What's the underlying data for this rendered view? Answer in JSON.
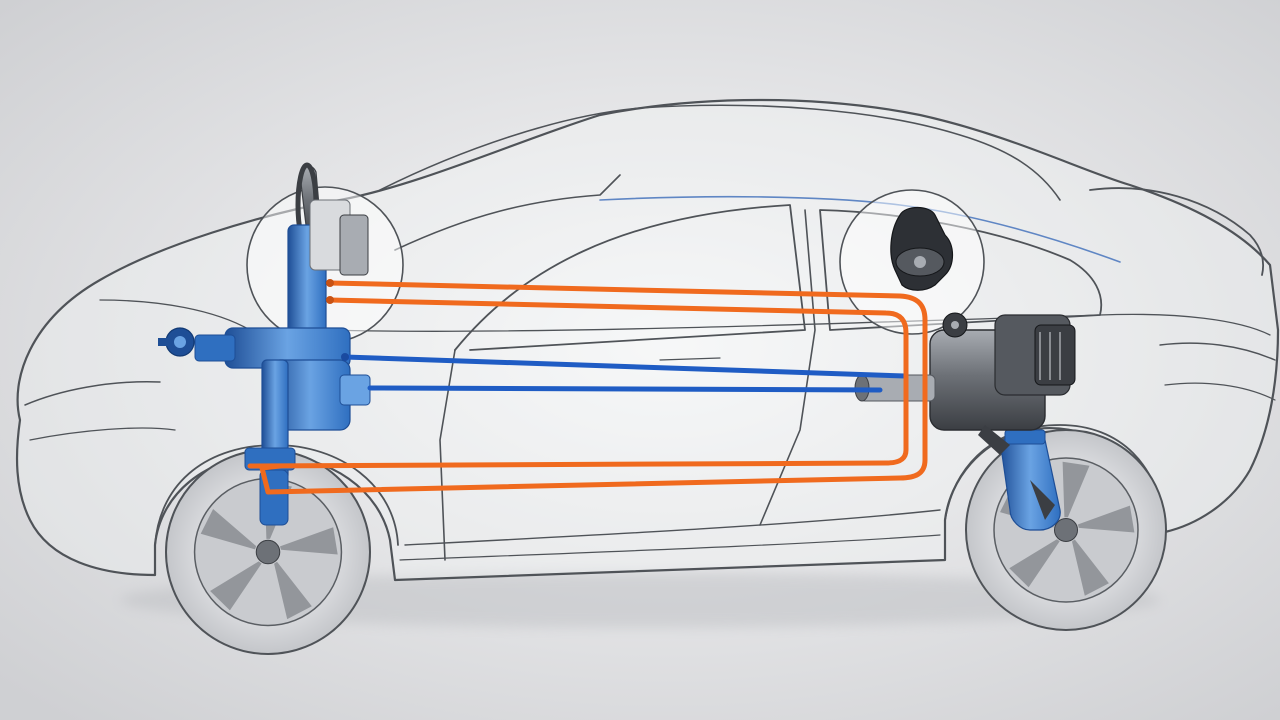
{
  "colors": {
    "background_center": "#f8f8f9",
    "background_edge": "#cfd0d3",
    "body_outline": "#4f5358",
    "body_fill": "#f4f5f7",
    "line_accent": "#5f86c4",
    "chassis_blue": "#2f6fc0",
    "chassis_blue_dark": "#1e4e96",
    "chassis_blue_light": "#6aa3e3",
    "hydraulic_blue": "#1f5cc4",
    "hydraulic_orange": "#f06a1e",
    "tyre_fill": "#e6e7e9",
    "rim_fill": "#c9cbcf",
    "spoke_shadow": "#8a8d92",
    "module_dark": "#3b3e43",
    "module_mid": "#6d7177",
    "module_light": "#a8acb2"
  },
  "components": [
    {
      "name": "car-body-outline",
      "icon": "car-silhouette"
    },
    {
      "name": "steering-wheel",
      "icon": "steering-wheel-icon"
    },
    {
      "name": "front-steering-column",
      "icon": "steering-column-icon"
    },
    {
      "name": "front-axle-module",
      "icon": "gearbox-icon"
    },
    {
      "name": "front-suspension-strut",
      "icon": "suspension-strut-icon"
    },
    {
      "name": "rear-drive-unit",
      "icon": "drive-unit-icon"
    },
    {
      "name": "rear-air-spring",
      "icon": "air-spring-icon"
    },
    {
      "name": "front-wheel",
      "icon": "wheel-icon"
    },
    {
      "name": "rear-wheel",
      "icon": "wheel-icon"
    }
  ],
  "connections": [
    {
      "name": "upper-orange-line",
      "color_key": "hydraulic_orange"
    },
    {
      "name": "lower-orange-line",
      "color_key": "hydraulic_orange"
    },
    {
      "name": "upper-blue-line",
      "color_key": "hydraulic_blue"
    },
    {
      "name": "lower-blue-line",
      "color_key": "hydraulic_blue"
    }
  ]
}
